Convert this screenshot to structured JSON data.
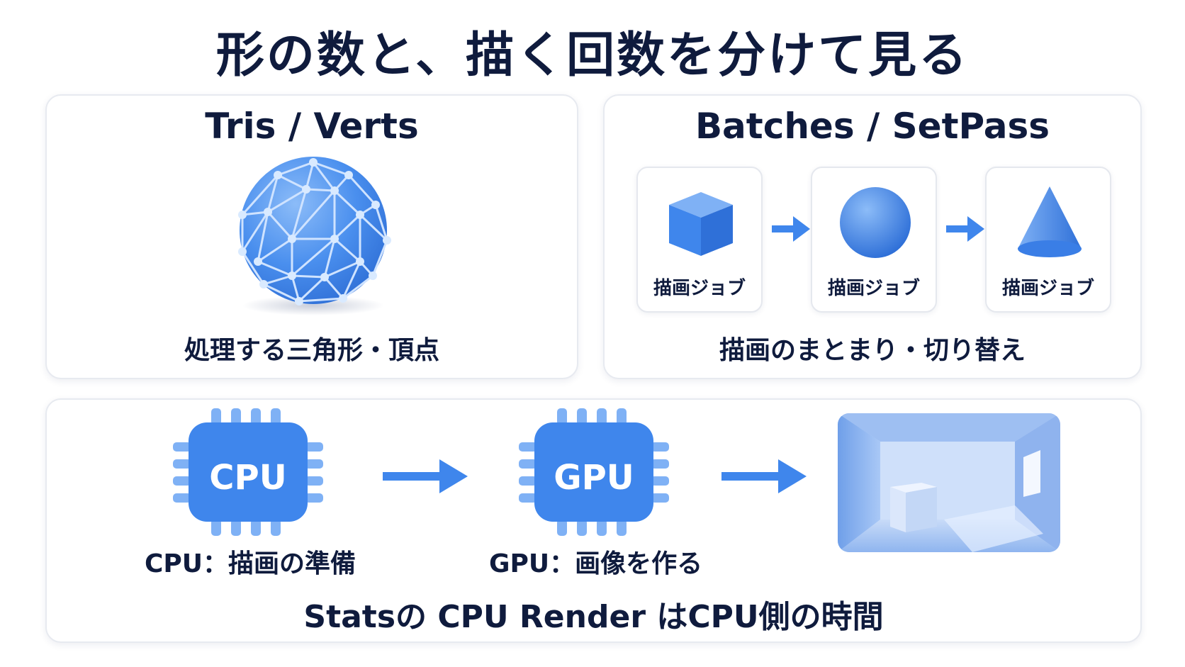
{
  "title": "形の数と、描く回数を分けて見る",
  "tris_panel": {
    "heading": "Tris / Verts",
    "caption": "処理する三角形・頂点"
  },
  "batches_panel": {
    "heading": "Batches / SetPass",
    "jobs": [
      {
        "shape": "cube",
        "label": "描画ジョブ"
      },
      {
        "shape": "sphere",
        "label": "描画ジョブ"
      },
      {
        "shape": "cone",
        "label": "描画ジョブ"
      }
    ],
    "caption": "描画のまとまり・切り替え"
  },
  "pipeline_panel": {
    "cpu_chip_label": "CPU",
    "cpu_caption": "CPU：描画の準備",
    "gpu_chip_label": "GPU",
    "gpu_caption": "GPU：画像を作る",
    "note": "Statsの CPU Render はCPU側の時間"
  },
  "colors": {
    "accent": "#3f86ec",
    "accent_light": "#7fb1f5",
    "text": "#0f1b3d",
    "border": "#e7eaf0"
  }
}
